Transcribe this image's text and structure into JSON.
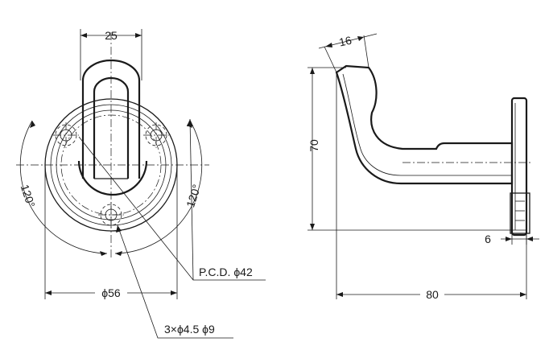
{
  "front_view": {
    "dim_width": "25",
    "dim_angle_left": "120°",
    "dim_angle_right": "120°",
    "dim_diameter": "ϕ56",
    "callout_pcd": "P.C.D. ϕ42",
    "callout_holes": "3×ϕ4.5 ϕ9"
  },
  "side_view": {
    "dim_thickness": "16",
    "dim_height": "70",
    "dim_depth": "80",
    "dim_offset": "6"
  }
}
